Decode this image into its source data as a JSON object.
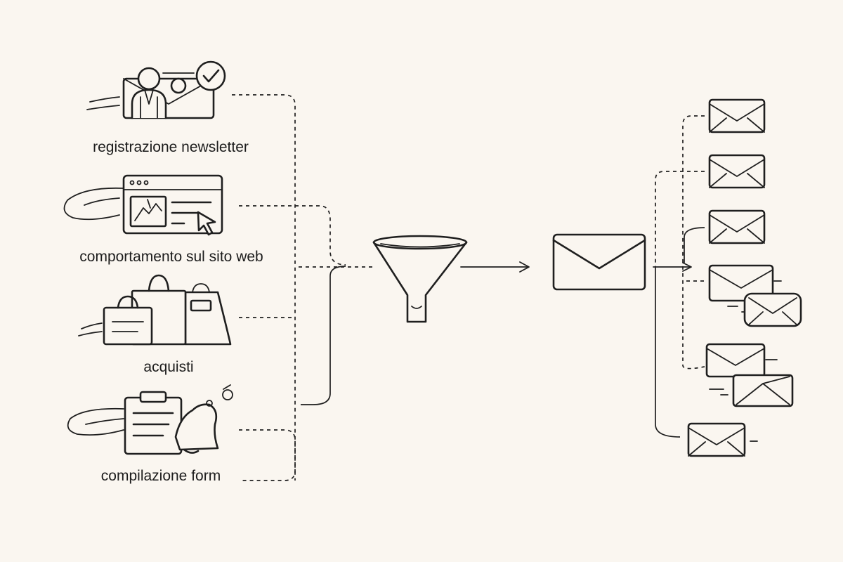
{
  "sources": [
    {
      "id": "newsletter",
      "label": "registrazione newsletter",
      "icon": "newsletter-signup-icon"
    },
    {
      "id": "website",
      "label": "comportamento sul sito web",
      "icon": "browser-window-icon"
    },
    {
      "id": "purchases",
      "label": "acquisti",
      "icon": "shopping-bags-icon"
    },
    {
      "id": "form",
      "label": "compilazione form",
      "icon": "clipboard-bell-icon"
    }
  ],
  "hub": {
    "icon": "funnel-icon"
  },
  "message": {
    "icon": "envelope-icon"
  },
  "outputs": {
    "icon": "envelope-icon",
    "count": 8
  },
  "colors": {
    "background": "#faf6f0",
    "ink": "#1f1f1f"
  }
}
